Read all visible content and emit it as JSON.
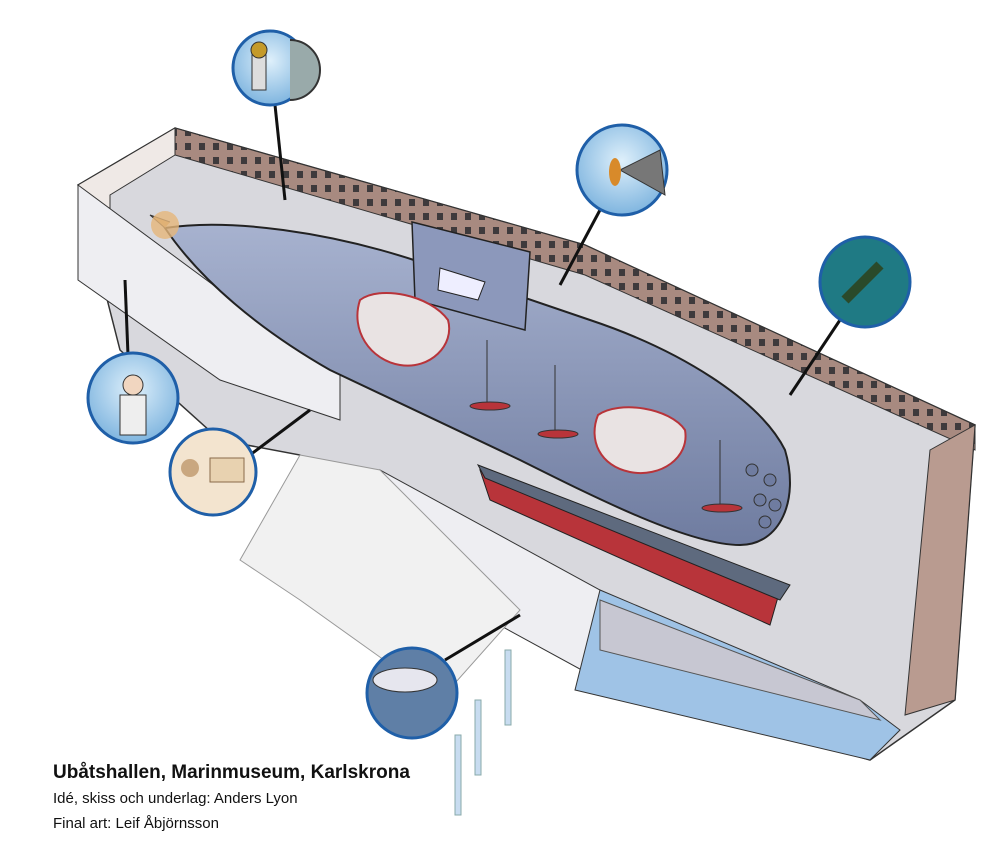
{
  "caption": {
    "title": "Ubåtshallen, Marinmuseum, Karlskrona",
    "idea_credit": "Idé, skiss och underlag: Anders Lyon",
    "art_credit": "Final art: Leif Åbjörnsson"
  },
  "colors": {
    "wall": "#a88a80",
    "floor": "#d9d9dc",
    "submarine": "#8b97b8",
    "hull_red": "#b8343a",
    "water": "#9fc3e6",
    "circle_border": "#1f5fa8"
  }
}
